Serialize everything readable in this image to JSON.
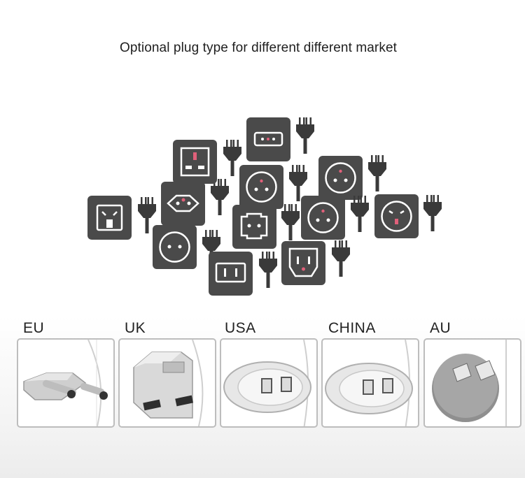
{
  "title": "Optional plug type for different different market",
  "plug_types": [
    {
      "label": "EU"
    },
    {
      "label": "UK"
    },
    {
      "label": "USA"
    },
    {
      "label": "CHINA"
    },
    {
      "label": "AU"
    }
  ],
  "colors": {
    "tile": "#4a4a4a",
    "tile_accent": "#e0607a",
    "card_border": "#bdbdbd",
    "text": "#1e1e1e"
  }
}
